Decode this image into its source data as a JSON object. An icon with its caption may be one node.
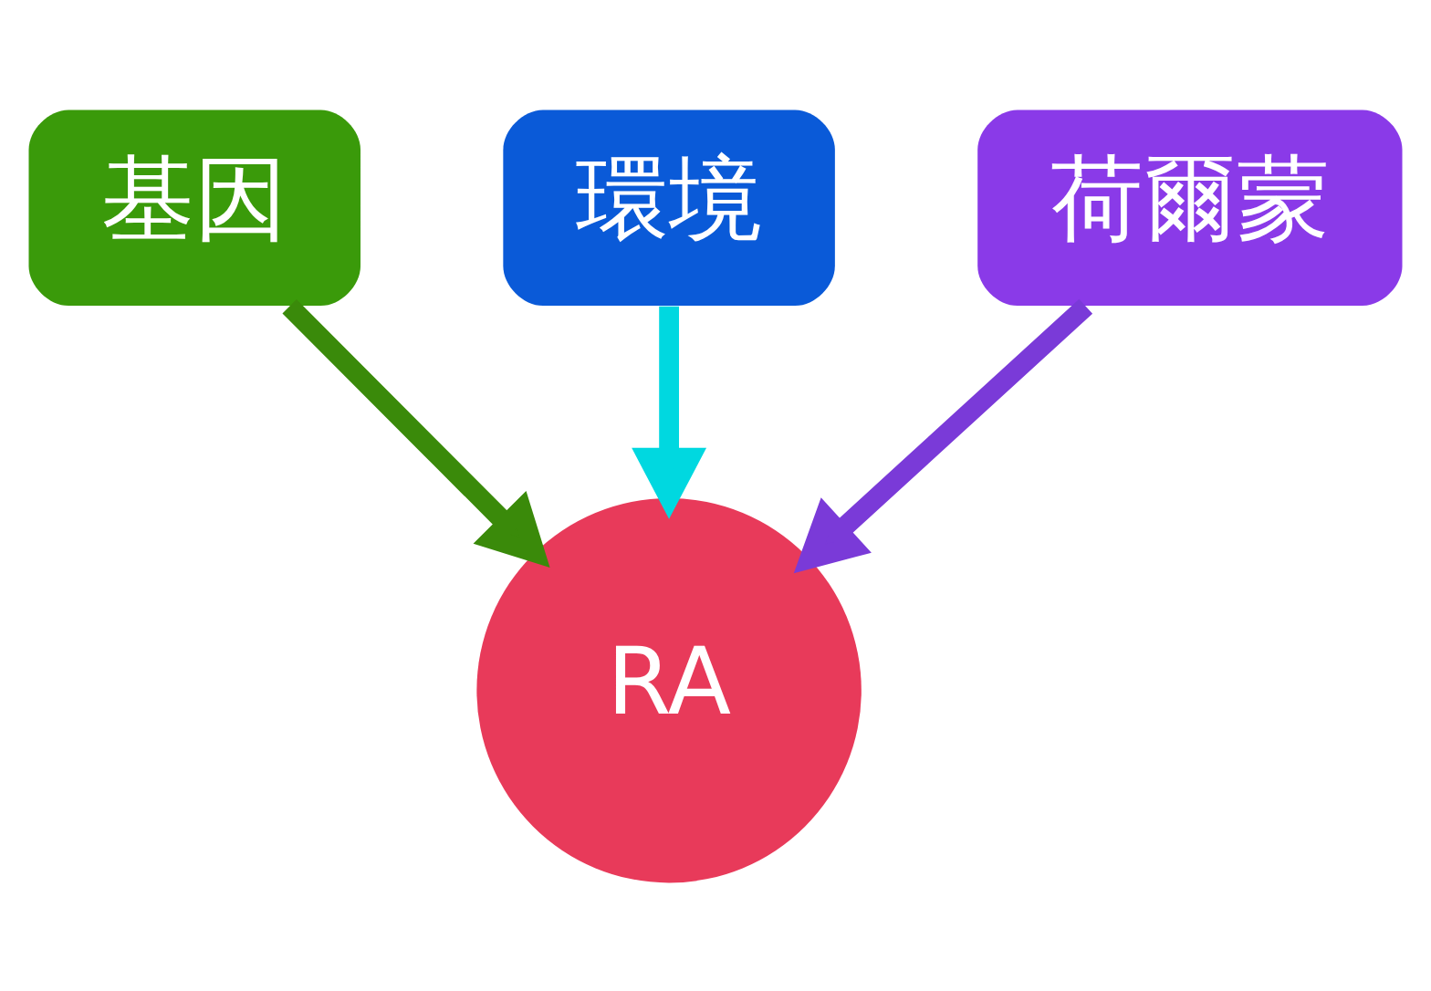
{
  "diagram": {
    "nodes": [
      {
        "text": [
          "基因"
        ]
      },
      {
        "text": [
          "環境"
        ]
      },
      {
        "text": [
          "荷爾蒙"
        ]
      },
      {
        "text": [
          "RA"
        ]
      }
    ],
    "edges": [
      {
        "from": 0,
        "to": 3,
        "arrow": "to",
        "color": "#3a8a0a"
      },
      {
        "from": 1,
        "to": 3,
        "arrow": "to",
        "color": "#00d8e0"
      },
      {
        "from": 2,
        "to": 3,
        "arrow": "to",
        "color": "#7a3ad8"
      }
    ]
  }
}
